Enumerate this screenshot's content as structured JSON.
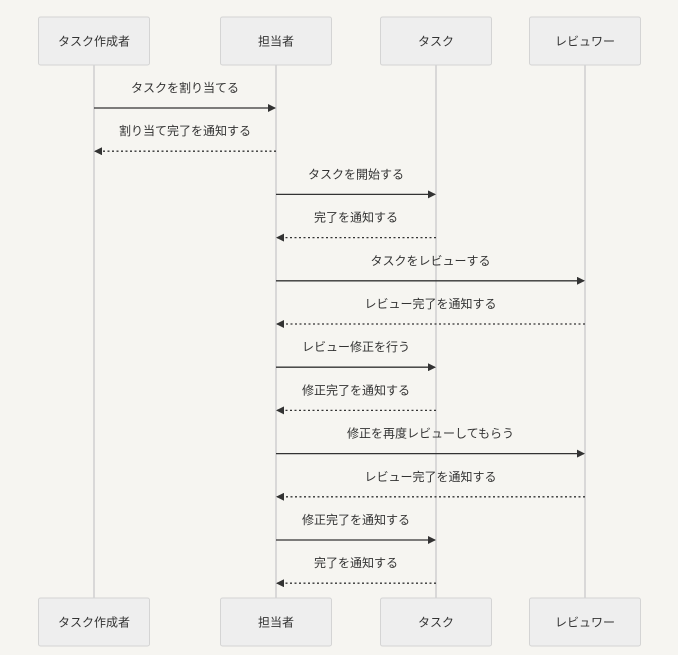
{
  "diagram": {
    "type": "sequence",
    "participants": [
      "タスク作成者",
      "担当者",
      "タスク",
      "レビュワー"
    ],
    "messages": [
      {
        "from": 0,
        "to": 1,
        "text": "タスクを割り当てる",
        "style": "solid"
      },
      {
        "from": 1,
        "to": 0,
        "text": "割り当て完了を通知する",
        "style": "dotted"
      },
      {
        "from": 1,
        "to": 2,
        "text": "タスクを開始する",
        "style": "solid"
      },
      {
        "from": 2,
        "to": 1,
        "text": "完了を通知する",
        "style": "dotted"
      },
      {
        "from": 1,
        "to": 3,
        "text": "タスクをレビューする",
        "style": "solid"
      },
      {
        "from": 3,
        "to": 1,
        "text": "レビュー完了を通知する",
        "style": "dotted"
      },
      {
        "from": 1,
        "to": 2,
        "text": "レビュー修正を行う",
        "style": "solid"
      },
      {
        "from": 2,
        "to": 1,
        "text": "修正完了を通知する",
        "style": "dotted"
      },
      {
        "from": 1,
        "to": 3,
        "text": "修正を再度レビューしてもらう",
        "style": "solid"
      },
      {
        "from": 3,
        "to": 1,
        "text": "レビュー完了を通知する",
        "style": "dotted"
      },
      {
        "from": 1,
        "to": 2,
        "text": "修正完了を通知する",
        "style": "solid"
      },
      {
        "from": 2,
        "to": 1,
        "text": "完了を通知する",
        "style": "dotted"
      }
    ]
  }
}
